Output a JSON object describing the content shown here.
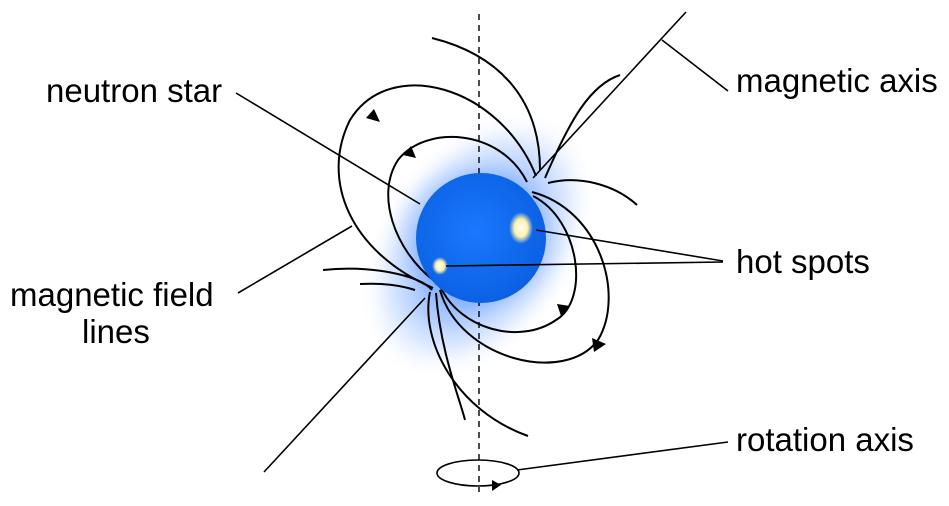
{
  "labels": {
    "neutron_star": "neutron star",
    "magnetic_axis": "magnetic axis",
    "hot_spots": "hot spots",
    "field_lines_1": "magnetic field",
    "field_lines_2": "lines",
    "rotation_axis": "rotation axis"
  },
  "colors": {
    "star": "#1470f0",
    "glow": "#4a8cff",
    "hot_spot": "#fff3b0",
    "lines": "#000000",
    "background": "#ffffff"
  }
}
